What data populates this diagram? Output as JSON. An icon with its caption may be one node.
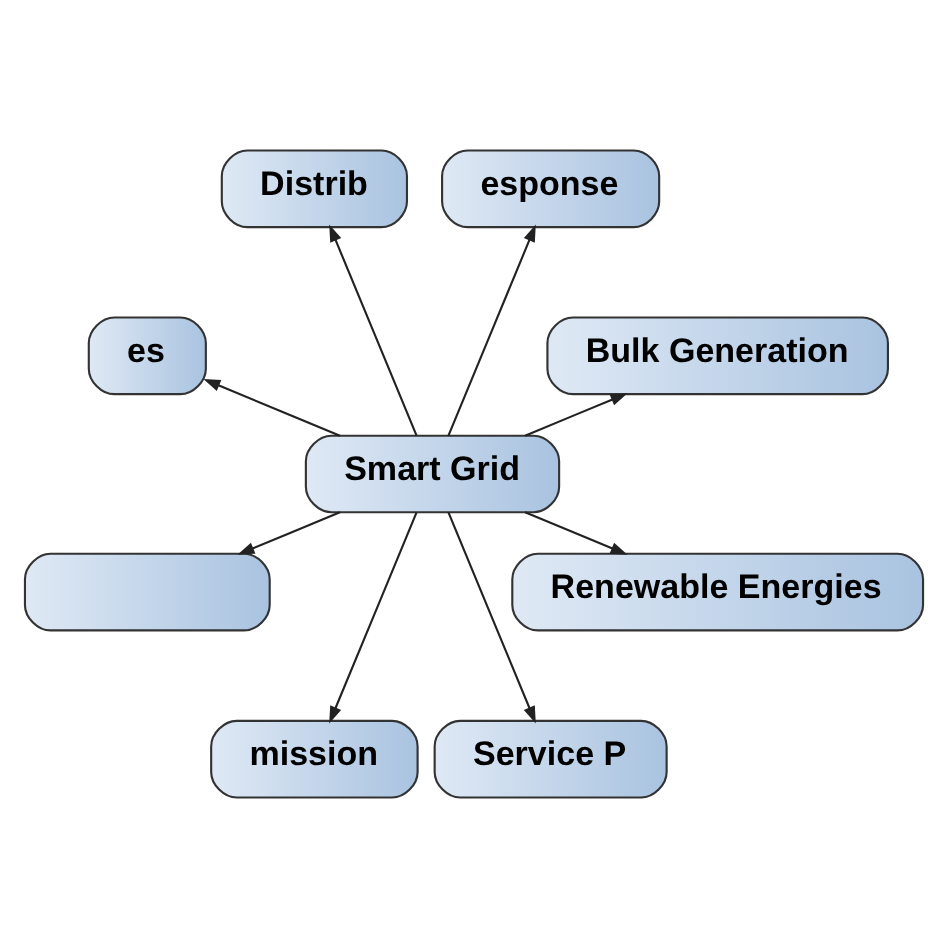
{
  "diagram": {
    "nodes": [
      {
        "text": [
          "Bulk Generation"
        ]
      },
      {
        "text": [
          "esponse"
        ]
      },
      {
        "text": [
          "Distrib"
        ]
      },
      {
        "text": [
          "es"
        ]
      },
      {
        "text": [
          "Smart Grid"
        ]
      },
      {
        "text": [],
        "shape": "box"
      },
      {
        "text": [
          "mission"
        ]
      },
      {
        "text": [
          "Service P"
        ]
      },
      {
        "text": [
          "Renewable Energies"
        ]
      }
    ],
    "edges": [
      {
        "from": 4,
        "to": 0,
        "arrow": "to"
      },
      {
        "from": 4,
        "to": 1,
        "arrow": "to"
      },
      {
        "from": 4,
        "to": 2,
        "arrow": "to"
      },
      {
        "from": 4,
        "to": 3,
        "arrow": "to"
      },
      {
        "from": 4,
        "to": 5,
        "arrow": "to"
      },
      {
        "from": 4,
        "to": 6,
        "arrow": "to"
      },
      {
        "from": 4,
        "to": 7,
        "arrow": "to"
      },
      {
        "from": 4,
        "to": 8,
        "arrow": "to"
      }
    ]
  }
}
